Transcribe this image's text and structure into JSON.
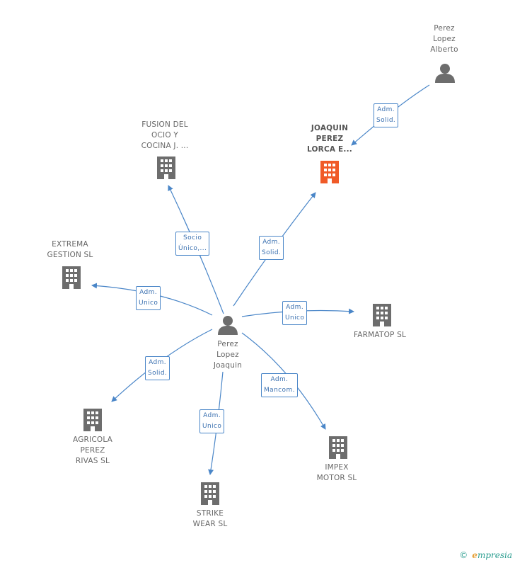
{
  "nodes": {
    "center": {
      "lines": [
        "Perez",
        "Lopez",
        "Joaquin"
      ],
      "icon": "person-icon"
    },
    "perez_alberto": {
      "lines": [
        "Perez",
        "Lopez",
        "Alberto"
      ],
      "icon": "person-icon"
    },
    "joaquin_perez_lorca": {
      "lines": [
        "JOAQUIN",
        "PEREZ",
        "LORCA E..."
      ],
      "icon": "building-icon",
      "highlight_color": "#f05a28"
    },
    "fusion": {
      "lines": [
        "FUSION DEL",
        "OCIO Y",
        "COCINA J. ..."
      ],
      "icon": "building-icon"
    },
    "extrema": {
      "lines": [
        "EXTREMA",
        "GESTION SL"
      ],
      "icon": "building-icon"
    },
    "farmatop": {
      "lines": [
        "FARMATOP SL"
      ],
      "icon": "building-icon"
    },
    "agricola": {
      "lines": [
        "AGRICOLA",
        "PEREZ",
        "RIVAS SL"
      ],
      "icon": "building-icon"
    },
    "strike": {
      "lines": [
        "STRIKE",
        "WEAR SL"
      ],
      "icon": "building-icon"
    },
    "impex": {
      "lines": [
        "IMPEX",
        "MOTOR  SL"
      ],
      "icon": "building-icon"
    }
  },
  "edges": {
    "alberto_joaquin": [
      "Adm.",
      "Solid."
    ],
    "center_fusion": [
      "Socio",
      "Único,..."
    ],
    "center_joaquin": [
      "Adm.",
      "Solid."
    ],
    "center_extrema": [
      "Adm.",
      "Unico"
    ],
    "center_farmatop": [
      "Adm.",
      "Unico"
    ],
    "center_agricola": [
      "Adm.",
      "Solid."
    ],
    "center_strike": [
      "Adm.",
      "Unico"
    ],
    "center_impex": [
      "Adm.",
      "Mancom."
    ]
  },
  "colors": {
    "edge": "#4a86c8",
    "icon": "#6d6d6d",
    "highlight": "#f05a28"
  },
  "footer": {
    "copyright": "©",
    "brand_first": "e",
    "brand_rest": "mpresia"
  }
}
